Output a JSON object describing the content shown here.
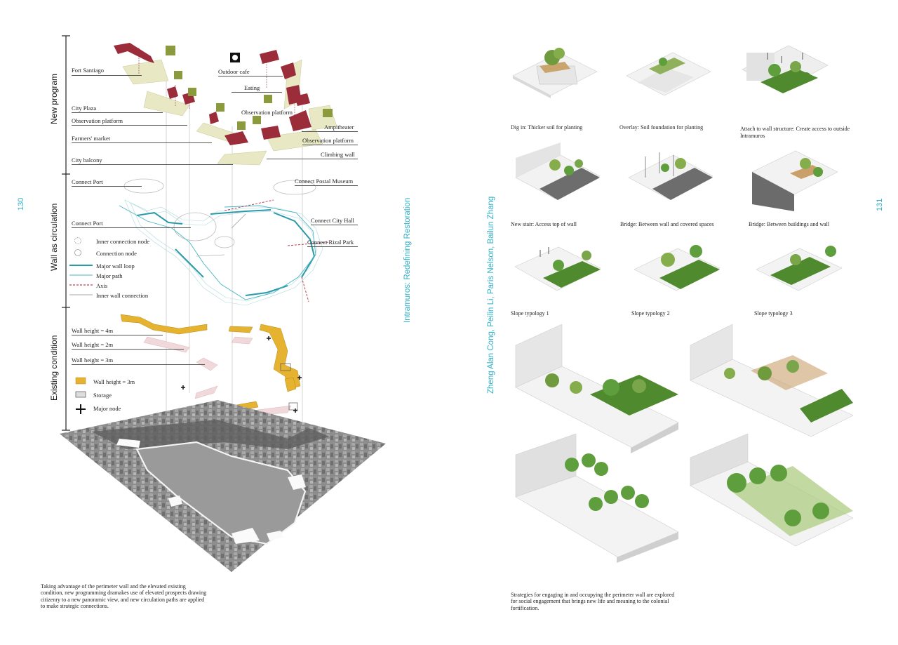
{
  "left_page": {
    "page_number": "130",
    "sections": {
      "new_program": "New program",
      "wall_as_circulation": "Wall as circulation",
      "existing_condition": "Existing condition"
    },
    "program_labels": {
      "fort_santiago": "Fort Santiago",
      "city_plaza": "City Plaza",
      "observation_platform_left": "Observation platform",
      "farmers_market": "Farmers' market",
      "city_balcony": "City balcony",
      "outdoor_cafe": "Outdoor cafe",
      "eating": "Eating",
      "observation_platform_mid": "Observation platform",
      "ampitheater": "Ampitheater",
      "observation_platform_right": "Observation platform",
      "climbing_wall": "Climbing wall"
    },
    "circulation_labels": {
      "connect_port_1": "Connect Port",
      "connect_postal_museum": "Connect Postal Museum",
      "connect_port_2": "Connect Port",
      "connect_city_hall": "Connect City Hall",
      "connect_rizal_park": "Connect Rizal Park"
    },
    "circulation_legend": [
      "Inner connection node",
      "Connection node",
      "Major wall loop",
      "Major path",
      "Axis",
      "Inner wall connection"
    ],
    "existing_labels": {
      "wall_4m": "Wall height = 4m",
      "wall_2m": "Wall height = 2m",
      "wall_3m": "Wall height = 3m"
    },
    "existing_legend": [
      "Wall height = 3m",
      "Storage",
      "Major node"
    ],
    "caption": "Taking advantage of the perimeter wall and the elevated existing condition, new programming dramakes use of elevated prospects drawing citizenry to a new panoramic view, and new circulation paths are applied to make strategic connections.",
    "spine_title": "Intramuros: Redefining Restoration"
  },
  "right_page": {
    "page_number": "131",
    "spine_authors": "Zheng Alan Cong, Peilin Li, Paris Nelson, Bailun Zhang",
    "strategies": [
      "Dig in: Thicker soil for planting",
      "Overlay: Soil foundation for planting",
      "Attach to wall structure: Create access to outside Intramuros",
      "New stair: Access top of wall",
      "Bridge: Between wall and covered spaces",
      "Bridge: Between buildings and wall",
      "Slope typology 1",
      "Slope typology 2",
      "Slope typology 3"
    ],
    "caption": "Strategies for engaging in and occupying the perimeter wall are explored for social engagement that brings new life and meaning to the colonial fortification."
  },
  "colors": {
    "accent_cyan": "#2fb1c8",
    "program_red": "#9b2c3a",
    "wall_yellow": "#e6b330",
    "path_teal": "#2b9aa8",
    "axis_red": "#c0404d",
    "icon_olive": "#8a9a3c",
    "green": "#5f9e3c"
  }
}
